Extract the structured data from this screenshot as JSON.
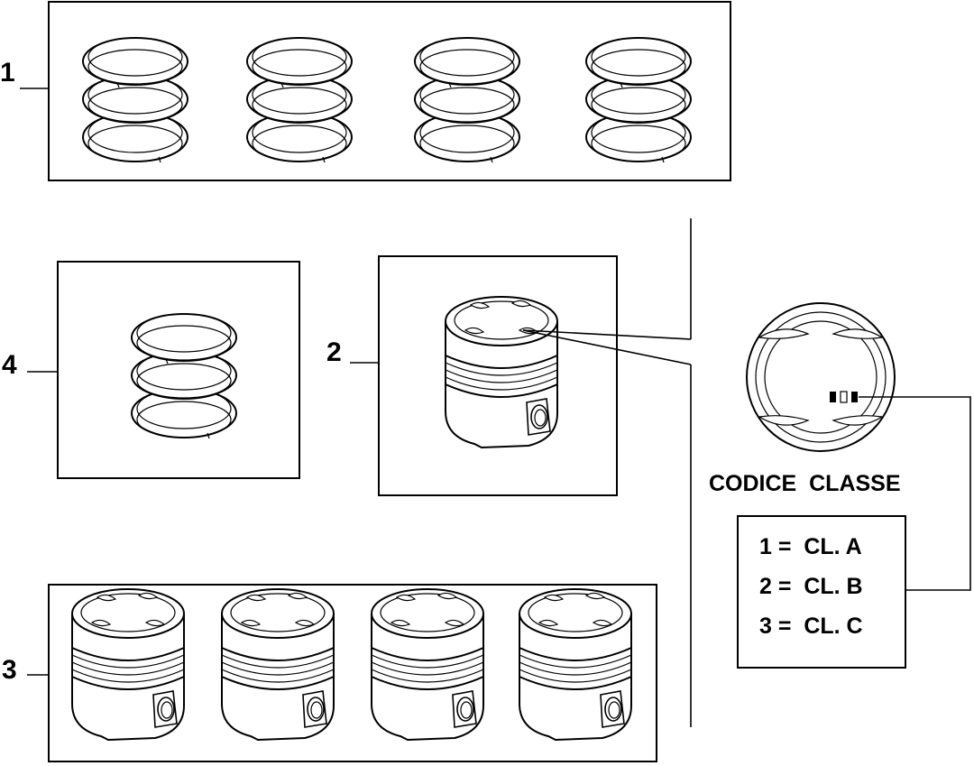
{
  "callouts": [
    "1",
    "2",
    "3",
    "4"
  ],
  "legend": {
    "title": "CODICE  CLASSE",
    "lines": [
      "1 =  CL. A",
      "2 =  CL. B",
      "3 =  CL. C"
    ]
  }
}
